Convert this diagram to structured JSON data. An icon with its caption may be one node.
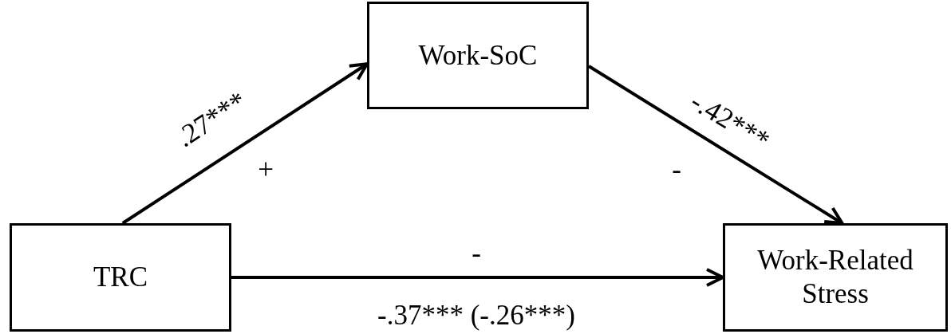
{
  "diagram": {
    "nodes": [
      {
        "text": [
          "Work-SoC"
        ]
      },
      {
        "text": [
          "TRC"
        ]
      },
      {
        "text": [
          "Work-Related Stress"
        ]
      }
    ],
    "edges": [
      {
        "from": 1,
        "to": 0,
        "arrow": "to",
        "label": ".27***"
      },
      {
        "from": 0,
        "to": 2,
        "arrow": "to",
        "label": "-.42***"
      },
      {
        "from": 1,
        "to": 2,
        "arrow": "to",
        "label": "-.37*** (-.26***)"
      }
    ],
    "labels": [
      "+",
      "-",
      "-"
    ]
  }
}
